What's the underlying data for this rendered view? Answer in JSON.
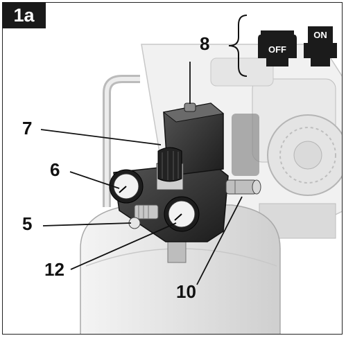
{
  "figure_id": "1a",
  "switch_states": {
    "off": "OFF",
    "on": "ON"
  },
  "callouts": {
    "c5": "5",
    "c6": "6",
    "c7": "7",
    "c8": "8",
    "c10": "10",
    "c12": "12"
  }
}
